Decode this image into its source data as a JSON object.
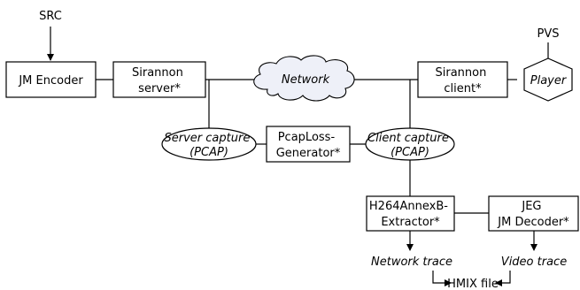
{
  "labels": {
    "src": "SRC",
    "pvs": "PVS",
    "jm_encoder": "JM Encoder",
    "sirannon_server": [
      "Sirannon",
      "server*"
    ],
    "network": "Network",
    "sirannon_client": [
      "Sirannon",
      "client*"
    ],
    "player": "Player",
    "server_capture": [
      "Server capture",
      "(PCAP)"
    ],
    "pcaploss_generator": [
      "PcapLoss-",
      "Generator*"
    ],
    "client_capture": [
      "Client capture",
      "(PCAP)"
    ],
    "h264_extractor": [
      "H264AnnexB-",
      "Extractor*"
    ],
    "jeg_decoder": [
      "JEG",
      "JM Decoder*"
    ],
    "network_trace": "Network trace",
    "video_trace": "Video trace",
    "hmix_file": "HMIX file"
  }
}
